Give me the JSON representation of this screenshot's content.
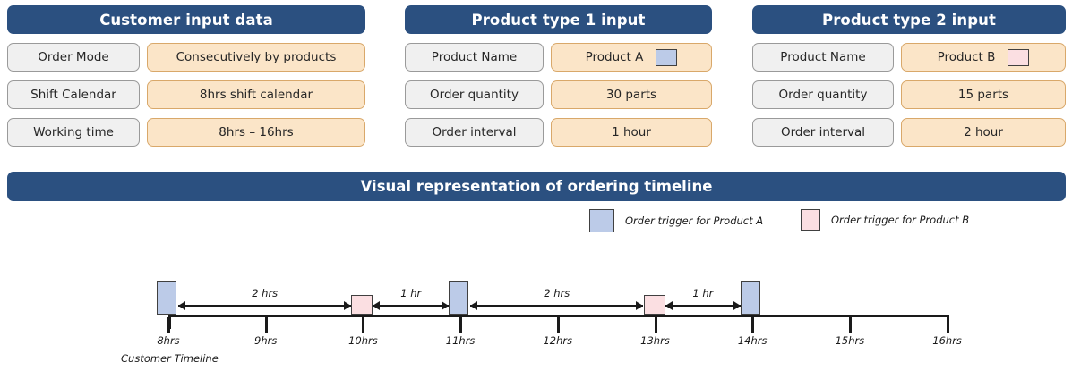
{
  "panels": [
    {
      "title": "Customer input data",
      "rows": [
        {
          "label": "Order  Mode",
          "value": "Consecutively by products",
          "swatch": null
        },
        {
          "label": "Shift Calendar",
          "value": "8hrs shift calendar",
          "swatch": null
        },
        {
          "label": "Working  time",
          "value": "8hrs – 16hrs",
          "swatch": null
        }
      ]
    },
    {
      "title": "Product type 1 input",
      "rows": [
        {
          "label": "Product Name",
          "value": "Product A",
          "swatch": "blue"
        },
        {
          "label": "Order  quantity",
          "value": "30 parts",
          "swatch": null
        },
        {
          "label": "Order  interval",
          "value": "1 hour",
          "swatch": null
        }
      ]
    },
    {
      "title": "Product type 2 input",
      "rows": [
        {
          "label": "Product Name",
          "value": "Product B",
          "swatch": "pink"
        },
        {
          "label": "Order  quantity",
          "value": "15 parts",
          "swatch": null
        },
        {
          "label": "Order  interval",
          "value": "2 hour",
          "swatch": null
        }
      ]
    }
  ],
  "banner": {
    "title": "Visual representation of ordering timeline"
  },
  "legend": [
    {
      "label": "Order trigger for Product A",
      "color": "#bccbe8"
    },
    {
      "label": "Order trigger for Product B",
      "color": "#fbdfe2"
    }
  ],
  "timeline": {
    "caption": "Customer Timeline",
    "tick_labels": [
      "8hrs",
      "9hrs",
      "10hrs",
      "11hrs",
      "12hrs",
      "13hrs",
      "14hrs",
      "15hrs",
      "16hrs"
    ],
    "markers": [
      {
        "product": "A",
        "color": "blue",
        "hour": 8
      },
      {
        "product": "B",
        "color": "pink",
        "hour": 10
      },
      {
        "product": "A",
        "color": "blue",
        "hour": 11
      },
      {
        "product": "B",
        "color": "pink",
        "hour": 13
      },
      {
        "product": "A",
        "color": "blue",
        "hour": 14
      }
    ],
    "gaps": [
      {
        "label": "2 hrs",
        "from": 8,
        "to": 10
      },
      {
        "label": "1 hr",
        "from": 10,
        "to": 11
      },
      {
        "label": "2 hrs",
        "from": 11,
        "to": 13
      },
      {
        "label": "1 hr",
        "from": 13,
        "to": 14
      }
    ]
  },
  "colors": {
    "header_blue": "#2b5080",
    "value_peach": "#fbe5c8",
    "label_gray": "#f0f0f0",
    "product_a": "#bccbe8",
    "product_b": "#fbdfe2"
  }
}
